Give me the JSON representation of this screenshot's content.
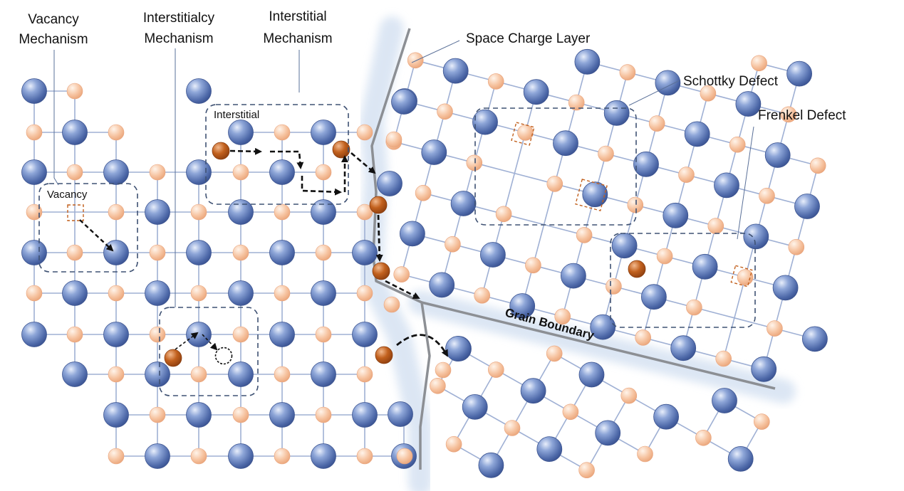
{
  "labels": {
    "vacancy_mechanism": [
      "Vacancy",
      "Mechanism"
    ],
    "interstitialcy_mechanism": [
      "Interstitialcy",
      "Mechanism"
    ],
    "interstitial_mechanism": [
      "Interstitial",
      "Mechanism"
    ],
    "space_charge_layer": "Space Charge Layer",
    "schottky_defect": "Schottky Defect",
    "frenkel_defect": "Frenkel Defect",
    "grain_boundary": "Grain Boundary",
    "vacancy_box": "Vacancy",
    "interstitial_box": "Interstitial"
  },
  "colors": {
    "cation": "#5b79b8",
    "anion": "#f6c3a0",
    "interstitial_ion": "#c2611e",
    "bond": "#9fb0d4",
    "boundary": "#8c8f94",
    "boundary_glow": "#d6e2f2",
    "defect_box": "#3f5273",
    "vacancy_marker": "#c2611e",
    "arrow": "#111111"
  }
}
